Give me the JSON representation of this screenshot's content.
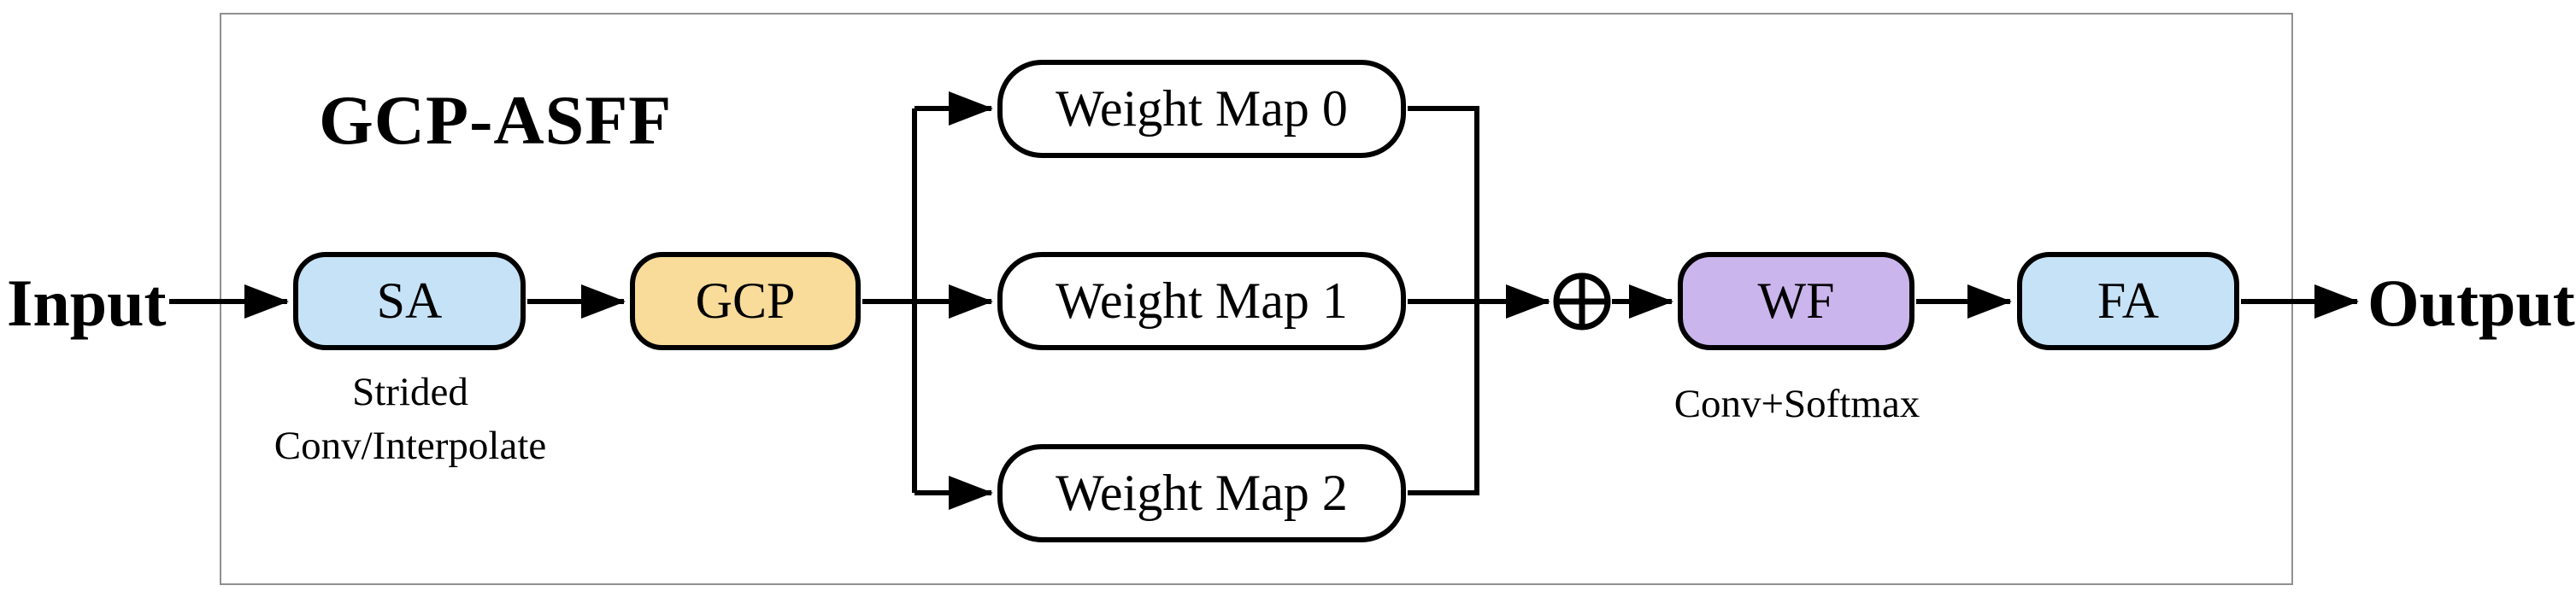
{
  "diagram": {
    "title": "GCP-ASFF",
    "input_label": "Input",
    "output_label": "Output",
    "nodes": {
      "sa": {
        "label": "SA",
        "fill": "#C6E2F7",
        "sublabel_line1": "Strided",
        "sublabel_line2": "Conv/Interpolate"
      },
      "gcp": {
        "label": "GCP",
        "fill": "#F9DB9A"
      },
      "wm0": {
        "label": "Weight Map 0",
        "fill": "#FFFFFF"
      },
      "wm1": {
        "label": "Weight Map 1",
        "fill": "#FFFFFF"
      },
      "wm2": {
        "label": "Weight Map 2",
        "fill": "#FFFFFF"
      },
      "wf": {
        "label": "WF",
        "fill": "#CBB5ED",
        "sublabel": "Conv+Softmax"
      },
      "fa": {
        "label": "FA",
        "fill": "#C6E2F7"
      }
    },
    "operator": {
      "symbol": "⊕"
    },
    "colors": {
      "line": "#000000",
      "node_border": "#000000",
      "frame_border": "#909090",
      "background": "#FFFFFF"
    }
  }
}
